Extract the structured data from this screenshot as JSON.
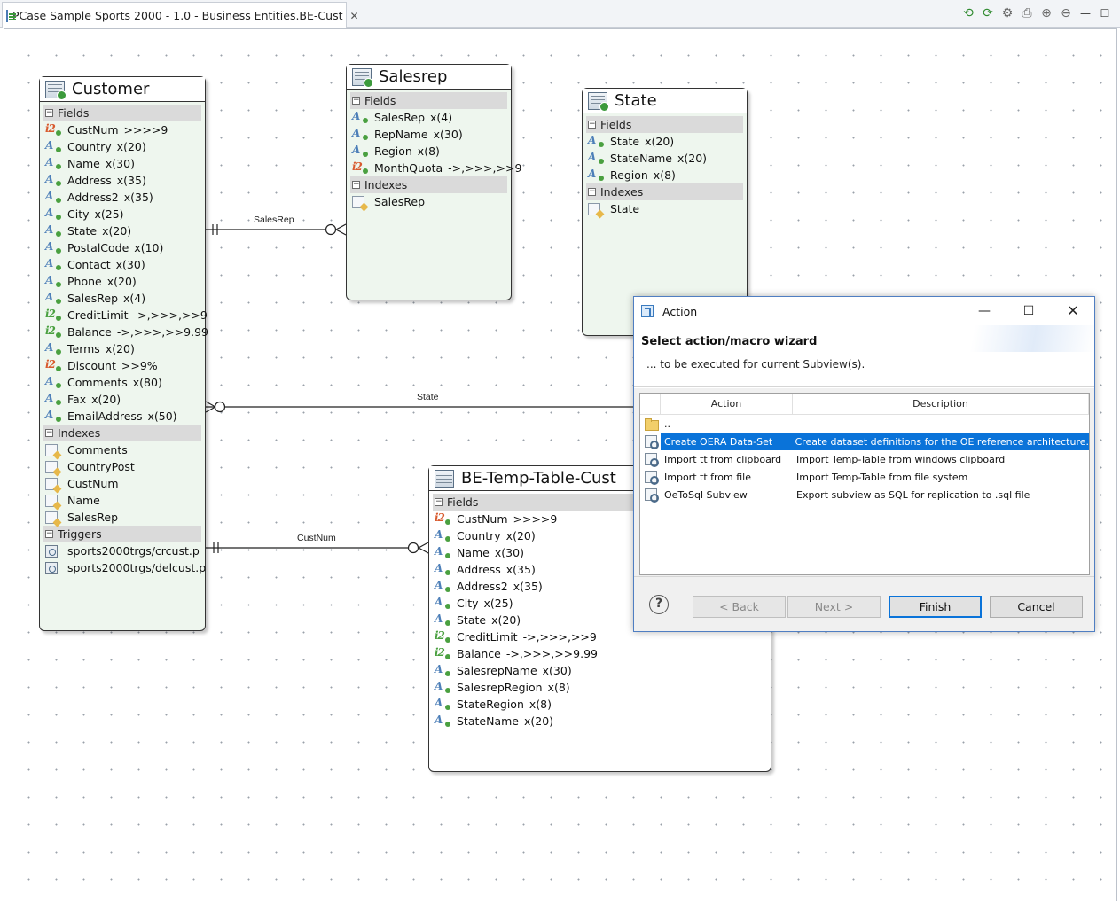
{
  "editor": {
    "tab_title": "PCase Sample Sports 2000 - 1.0 - Business Entities.BE-Cust",
    "tab_close": "✕"
  },
  "toolbar": {
    "icons": [
      "refresh-icon",
      "sync-icon",
      "settings-icon",
      "print-icon",
      "zoom-in-icon",
      "zoom-out-icon"
    ],
    "minimize_label": "—",
    "maximize_label": "☐"
  },
  "relations": {
    "salesrep_label": "SalesRep",
    "state_label": "State",
    "custnum_label": "CustNum"
  },
  "entities": {
    "customer": {
      "title": "Customer",
      "fields_label": "Fields",
      "fields": [
        {
          "name": "CustNum",
          "format": ">>>>9",
          "type": "int"
        },
        {
          "name": "Country",
          "format": "x(20)",
          "type": "char"
        },
        {
          "name": "Name",
          "format": "x(30)",
          "type": "char"
        },
        {
          "name": "Address",
          "format": "x(35)",
          "type": "char"
        },
        {
          "name": "Address2",
          "format": "x(35)",
          "type": "char"
        },
        {
          "name": "City",
          "format": "x(25)",
          "type": "char"
        },
        {
          "name": "State",
          "format": "x(20)",
          "type": "char"
        },
        {
          "name": "PostalCode",
          "format": "x(10)",
          "type": "char"
        },
        {
          "name": "Contact",
          "format": "x(30)",
          "type": "char"
        },
        {
          "name": "Phone",
          "format": "x(20)",
          "type": "char"
        },
        {
          "name": "SalesRep",
          "format": "x(4)",
          "type": "char"
        },
        {
          "name": "CreditLimit",
          "format": "->,>>>,>>9",
          "type": "dec"
        },
        {
          "name": "Balance",
          "format": "->,>>>,>>9.99",
          "type": "dec"
        },
        {
          "name": "Terms",
          "format": "x(20)",
          "type": "char"
        },
        {
          "name": "Discount",
          "format": ">>9%",
          "type": "int"
        },
        {
          "name": "Comments",
          "format": "x(80)",
          "type": "char"
        },
        {
          "name": "Fax",
          "format": "x(20)",
          "type": "char"
        },
        {
          "name": "EmailAddress",
          "format": "x(50)",
          "type": "char"
        }
      ],
      "indexes_label": "Indexes",
      "indexes": [
        "Comments",
        "CountryPost",
        "CustNum",
        "Name",
        "SalesRep"
      ],
      "triggers_label": "Triggers",
      "triggers": [
        "sports2000trgs/crcust.p",
        "sports2000trgs/delcust.p"
      ]
    },
    "salesrep": {
      "title": "Salesrep",
      "fields_label": "Fields",
      "fields": [
        {
          "name": "SalesRep",
          "format": "x(4)",
          "type": "char"
        },
        {
          "name": "RepName",
          "format": "x(30)",
          "type": "char"
        },
        {
          "name": "Region",
          "format": "x(8)",
          "type": "char"
        },
        {
          "name": "MonthQuota",
          "format": "->,>>>,>>9",
          "type": "int"
        }
      ],
      "indexes_label": "Indexes",
      "indexes": [
        "SalesRep"
      ]
    },
    "state": {
      "title": "State",
      "fields_label": "Fields",
      "fields": [
        {
          "name": "State",
          "format": "x(20)",
          "type": "char"
        },
        {
          "name": "StateName",
          "format": "x(20)",
          "type": "char"
        },
        {
          "name": "Region",
          "format": "x(8)",
          "type": "char"
        }
      ],
      "indexes_label": "Indexes",
      "indexes": [
        "State"
      ]
    },
    "betemp": {
      "title": "BE-Temp-Table-Cust",
      "fields_label": "Fields",
      "fields": [
        {
          "name": "CustNum",
          "format": ">>>>9",
          "type": "int"
        },
        {
          "name": "Country",
          "format": "x(20)",
          "type": "char"
        },
        {
          "name": "Name",
          "format": "x(30)",
          "type": "char"
        },
        {
          "name": "Address",
          "format": "x(35)",
          "type": "char"
        },
        {
          "name": "Address2",
          "format": "x(35)",
          "type": "char"
        },
        {
          "name": "City",
          "format": "x(25)",
          "type": "char"
        },
        {
          "name": "State",
          "format": "x(20)",
          "type": "char"
        },
        {
          "name": "CreditLimit",
          "format": "->,>>>,>>9",
          "type": "dec"
        },
        {
          "name": "Balance",
          "format": "->,>>>,>>9.99",
          "type": "dec"
        },
        {
          "name": "SalesrepName",
          "format": "x(30)",
          "type": "char"
        },
        {
          "name": "SalesrepRegion",
          "format": "x(8)",
          "type": "char"
        },
        {
          "name": "StateRegion",
          "format": "x(8)",
          "type": "char"
        },
        {
          "name": "StateName",
          "format": "x(20)",
          "type": "char"
        }
      ]
    }
  },
  "dialog": {
    "title": "Action",
    "minimize": "—",
    "maximize": "☐",
    "close": "✕",
    "heading": "Select action/macro wizard",
    "subtitle": "... to be executed for current Subview(s).",
    "col_action": "Action",
    "col_description": "Description",
    "rows": [
      {
        "action": "..",
        "description": "",
        "icon": "folder-icon"
      },
      {
        "action": "Create OERA Data-Set",
        "description": "Create dataset definitions for the OE reference architecture.",
        "icon": "wizard-icon",
        "selected": true
      },
      {
        "action": "Import tt from clipboard",
        "description": "Import Temp-Table from windows clipboard",
        "icon": "wizard-icon"
      },
      {
        "action": "Import tt from file",
        "description": "Import Temp-Table from file system",
        "icon": "wizard-icon"
      },
      {
        "action": "OeToSql Subview",
        "description": "Export subview as SQL for replication to .sql file",
        "icon": "wizard-icon"
      }
    ],
    "help": "?",
    "back": "< Back",
    "next": "Next >",
    "finish": "Finish",
    "cancel": "Cancel"
  }
}
